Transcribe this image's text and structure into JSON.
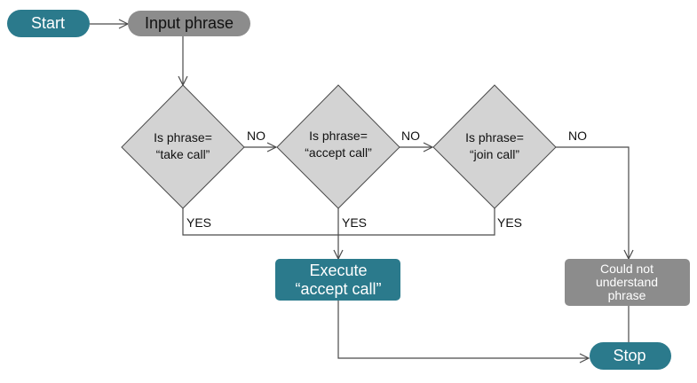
{
  "colors": {
    "terminal_fill": "#2b7a8c",
    "process_fill": "#2b7a8c",
    "input_fill": "#8c8c8c",
    "decision_fill": "#d3d3d3",
    "fail_fill": "#8c8c8c",
    "edge": "#4a4a4a",
    "light_text": "#ffffff",
    "dark_text": "#111111"
  },
  "nodes": {
    "start": {
      "label": "Start"
    },
    "input": {
      "label": "Input phrase"
    },
    "decision_take": {
      "line1": "Is phrase=",
      "line2": "“take call”"
    },
    "decision_accept": {
      "line1": "Is phrase=",
      "line2": "“accept call”"
    },
    "decision_join": {
      "line1": "Is phrase=",
      "line2": "“join call”"
    },
    "execute": {
      "line1": "Execute",
      "line2": "“accept call”"
    },
    "not_understood": {
      "line1": "Could not",
      "line2": "understand",
      "line3": "phrase"
    },
    "stop": {
      "label": "Stop"
    }
  },
  "edges": {
    "take_no": "NO",
    "accept_no": "NO",
    "join_no": "NO",
    "take_yes": "YES",
    "accept_yes": "YES",
    "join_yes": "YES"
  }
}
